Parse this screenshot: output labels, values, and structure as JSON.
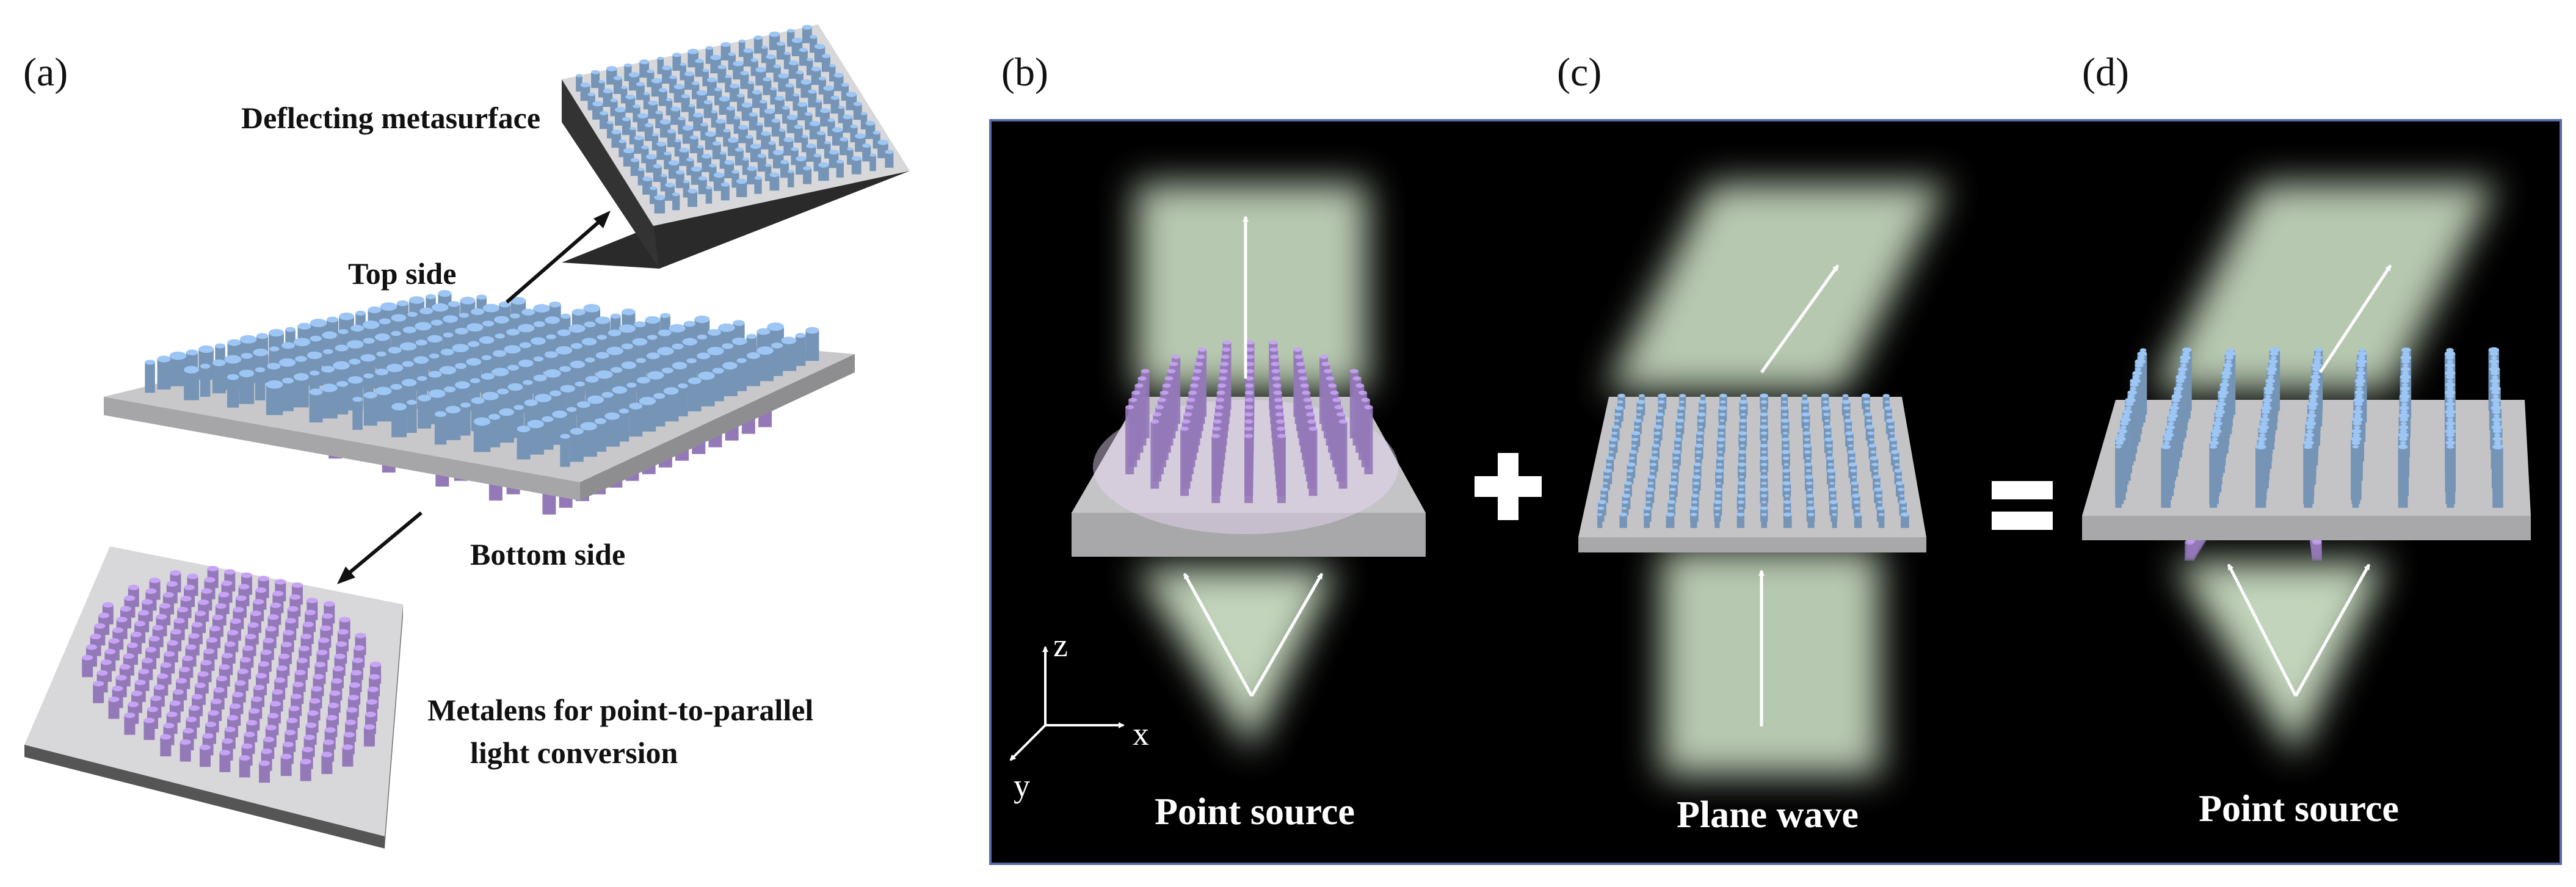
{
  "panels": {
    "a": "(a)",
    "b": "(b)",
    "c": "(c)",
    "d": "(d)"
  },
  "labels": {
    "deflecting": "Deflecting metasurface",
    "top_side": "Top side",
    "bottom_side": "Bottom side",
    "metalens_line1": "Metalens for point-to-parallel",
    "metalens_line2": "light conversion",
    "point_source_b": "Point source",
    "plane_wave": "Plane wave",
    "point_source_d": "Point source"
  },
  "operators": {
    "plus": "+",
    "equals": "="
  },
  "axes": {
    "z": "z",
    "x": "x",
    "y": "y"
  },
  "colors": {
    "pillar_blue": "#8fb4de",
    "pillar_purple": "#b594e0",
    "substrate": "#c4c4c6",
    "beam_green": "#d8ecd0",
    "panel_bg": "#000000",
    "panel_border": "#5a6aa8"
  }
}
